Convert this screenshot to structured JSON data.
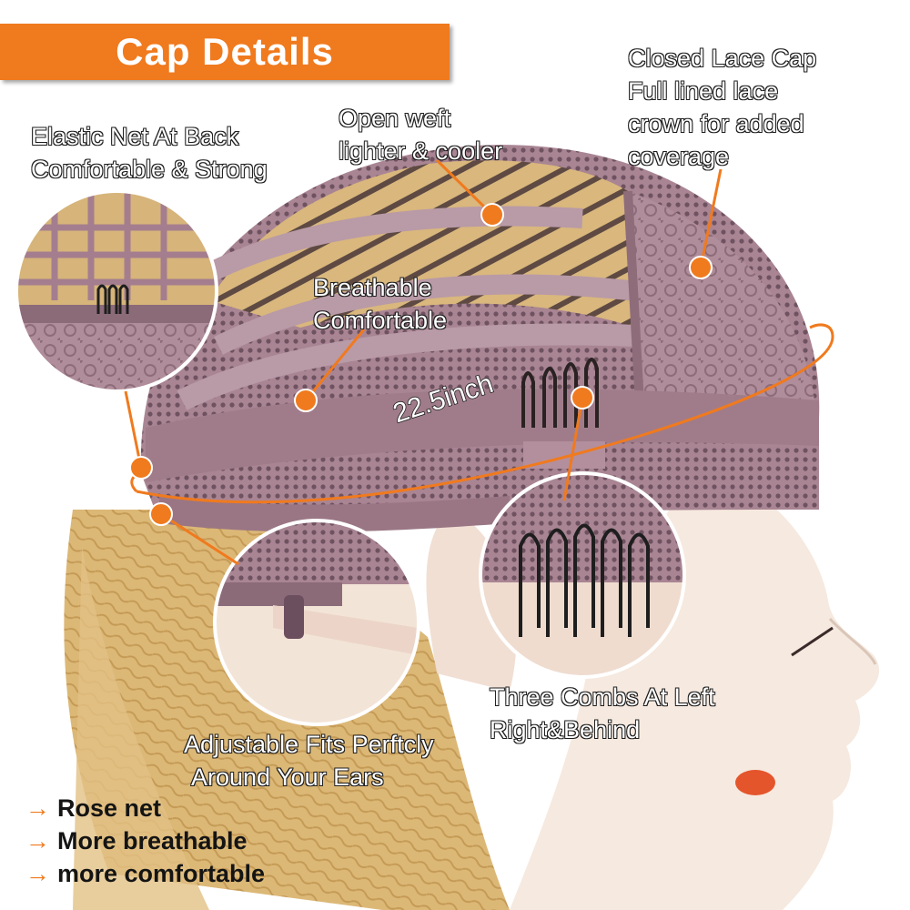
{
  "banner": {
    "title": "Cap Details"
  },
  "labels": {
    "closed_lace": [
      "Closed Lace Cap",
      "Full lined lace",
      "crown for added",
      "coverage"
    ],
    "open_weft": [
      "Open weft",
      "lighter & cooler"
    ],
    "elastic_net": [
      "Elastic Net At Back",
      "Comfortable & Strong"
    ],
    "breathable": [
      "Breathable",
      "Comfortable"
    ],
    "measurement": "22.5inch",
    "combs": [
      "Three Combs At Left",
      "Right&Behind"
    ],
    "adjustable": [
      "Adjustable Fits Perftcly",
      "Around Your Ears"
    ]
  },
  "features": [
    {
      "arrow": "→",
      "text": "Rose net"
    },
    {
      "arrow": "→",
      "text": "More breathable"
    },
    {
      "arrow": "→",
      "text": "more comfortable"
    }
  ],
  "colors": {
    "accent": "#f07a1e",
    "cap_mauve": "#a07c8a",
    "hair_blonde": "#dcb877",
    "skin": "#f6e9df"
  }
}
